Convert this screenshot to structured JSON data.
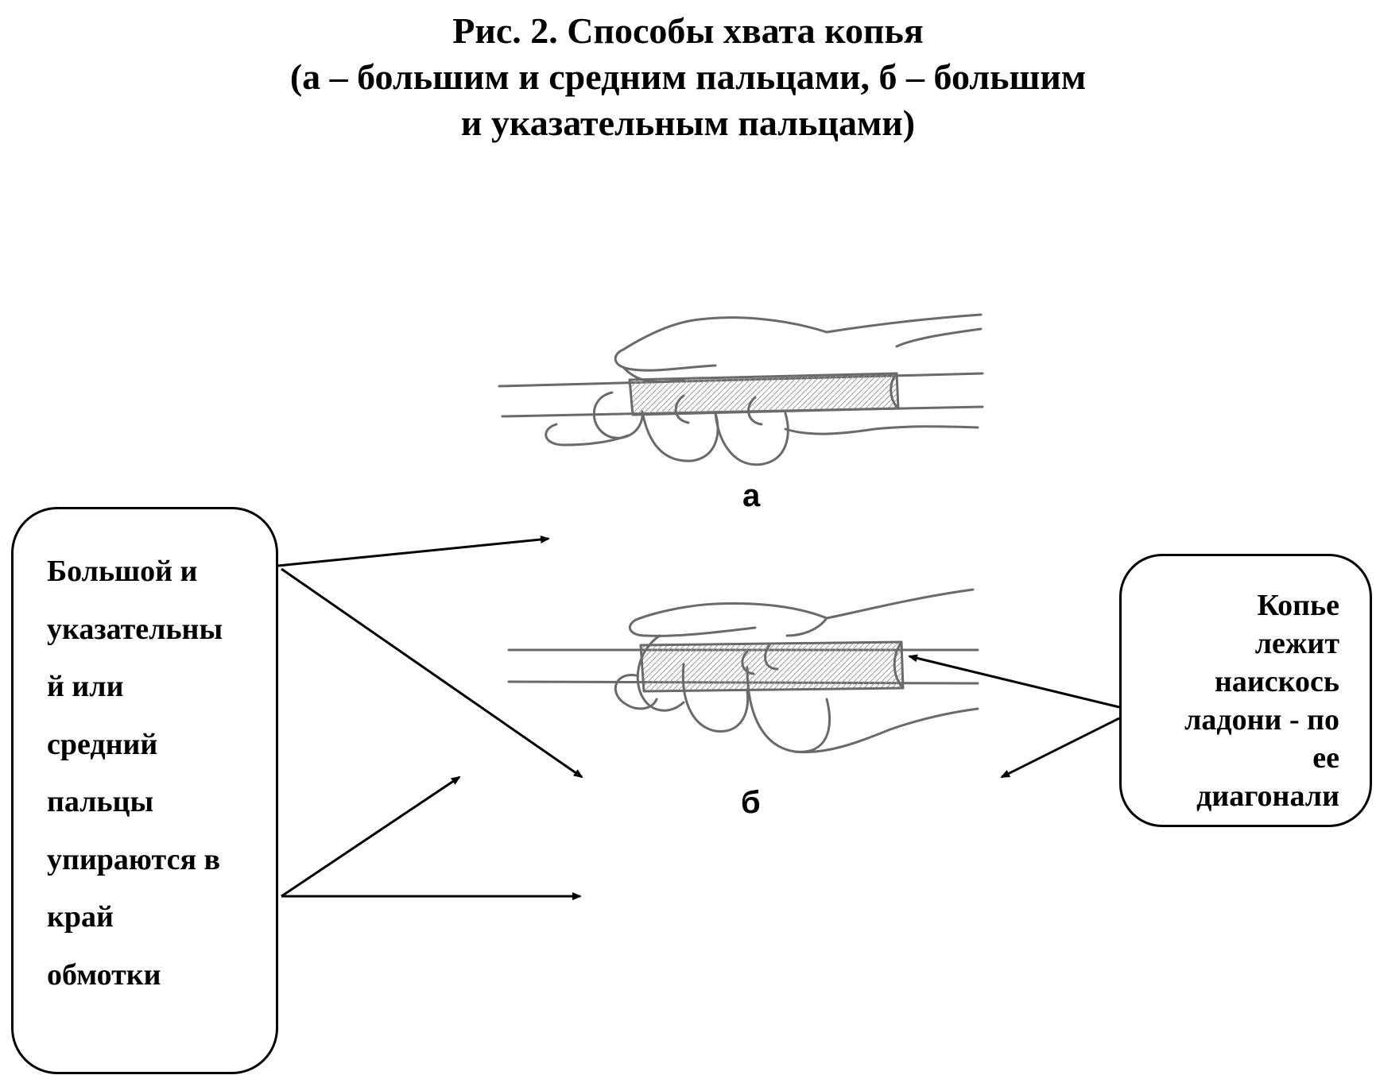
{
  "title": {
    "line1": "Рис. 2. Способы хвата копья",
    "line2": "(а – большим и средним пальцами, б – большим",
    "line3": "и указательным пальцами)"
  },
  "figures": {
    "a": {
      "label": "а"
    },
    "b": {
      "label": "б"
    }
  },
  "callouts": {
    "left": {
      "text": "Большой и\nуказательны\nй или\nсредний\nпальцы\nупираются в\nкрай\nобмотки"
    },
    "right": {
      "text": "Копье\nлежит\nнаискось\nладони - по\nее\nдиагонали"
    }
  },
  "colors": {
    "ink": "#000000",
    "sketch": "#6a6a6a",
    "background": "#ffffff"
  }
}
